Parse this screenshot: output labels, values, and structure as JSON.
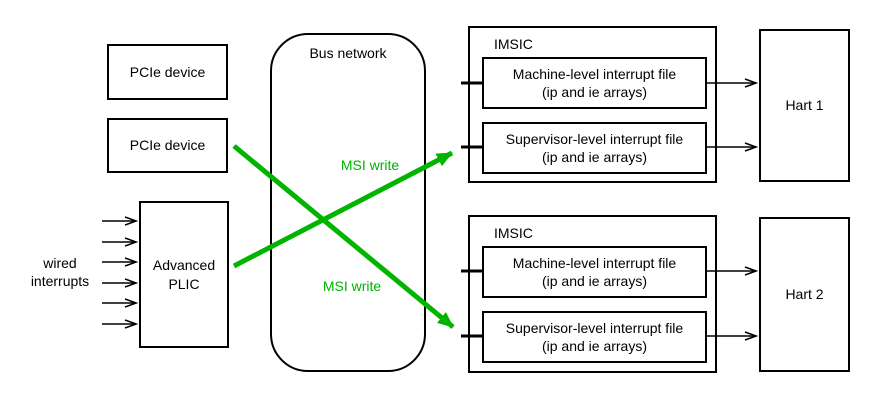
{
  "colors": {
    "green": "#00b400",
    "line": "#000000",
    "background": "#ffffff"
  },
  "nodes": {
    "pcie1": {
      "label": "PCIe device"
    },
    "pcie2": {
      "label": "PCIe device"
    },
    "wired": {
      "line1": "wired",
      "line2": "interrupts"
    },
    "plic": {
      "line1": "Advanced",
      "line2": "PLIC"
    },
    "bus": {
      "label": "Bus network"
    },
    "imsic1": {
      "title": "IMSIC",
      "machine_line1": "Machine-level interrupt file",
      "machine_line2": "(ip and ie arrays)",
      "supervisor_line1": "Supervisor-level interrupt file",
      "supervisor_line2": "(ip and ie arrays)"
    },
    "imsic2": {
      "title": "IMSIC",
      "machine_line1": "Machine-level interrupt file",
      "machine_line2": "(ip and ie arrays)",
      "supervisor_line1": "Supervisor-level interrupt file",
      "supervisor_line2": "(ip and ie arrays)"
    },
    "hart1": {
      "label": "Hart 1"
    },
    "hart2": {
      "label": "Hart 2"
    }
  },
  "edges": {
    "msi_top": "MSI write",
    "msi_bottom": "MSI write"
  }
}
